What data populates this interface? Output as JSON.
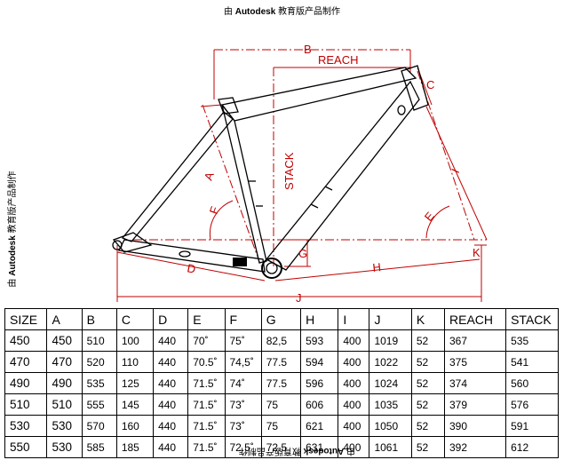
{
  "watermark": {
    "prefix": "由",
    "brand": "Autodesk",
    "suffix": "教育版产品制作"
  },
  "diagram": {
    "labels": {
      "B": "B",
      "reach": "REACH",
      "C": "C",
      "I": "I",
      "stack": "STACK",
      "A": "A",
      "F": "F",
      "E": "E",
      "G": "G",
      "D": "D",
      "H": "H",
      "J": "J",
      "K": "K"
    },
    "line_color": "#c00000"
  },
  "table": {
    "headers": [
      "SIZE",
      "A",
      "B",
      "C",
      "D",
      "E",
      "F",
      "G",
      "H",
      "I",
      "J",
      "K",
      "REACH",
      "STACK"
    ],
    "rows": [
      [
        "450",
        "450",
        "510",
        "100",
        "440",
        "70˚",
        "75˚",
        "82,5",
        "593",
        "400",
        "1019",
        "52",
        "367",
        "535"
      ],
      [
        "470",
        "470",
        "520",
        "110",
        "440",
        "70.5˚",
        "74,5˚",
        "77.5",
        "594",
        "400",
        "1022",
        "52",
        "375",
        "541"
      ],
      [
        "490",
        "490",
        "535",
        "125",
        "440",
        "71.5˚",
        "74˚",
        "77.5",
        "596",
        "400",
        "1024",
        "52",
        "374",
        "560"
      ],
      [
        "510",
        "510",
        "555",
        "145",
        "440",
        "71.5˚",
        "73˚",
        "75",
        "606",
        "400",
        "1035",
        "52",
        "379",
        "576"
      ],
      [
        "530",
        "530",
        "570",
        "160",
        "440",
        "71.5˚",
        "73˚",
        "75",
        "621",
        "400",
        "1050",
        "52",
        "390",
        "591"
      ],
      [
        "550",
        "530",
        "585",
        "185",
        "440",
        "71.5˚",
        "72.5˚",
        "72.5",
        "631",
        "400",
        "1061",
        "52",
        "392",
        "612"
      ]
    ]
  }
}
